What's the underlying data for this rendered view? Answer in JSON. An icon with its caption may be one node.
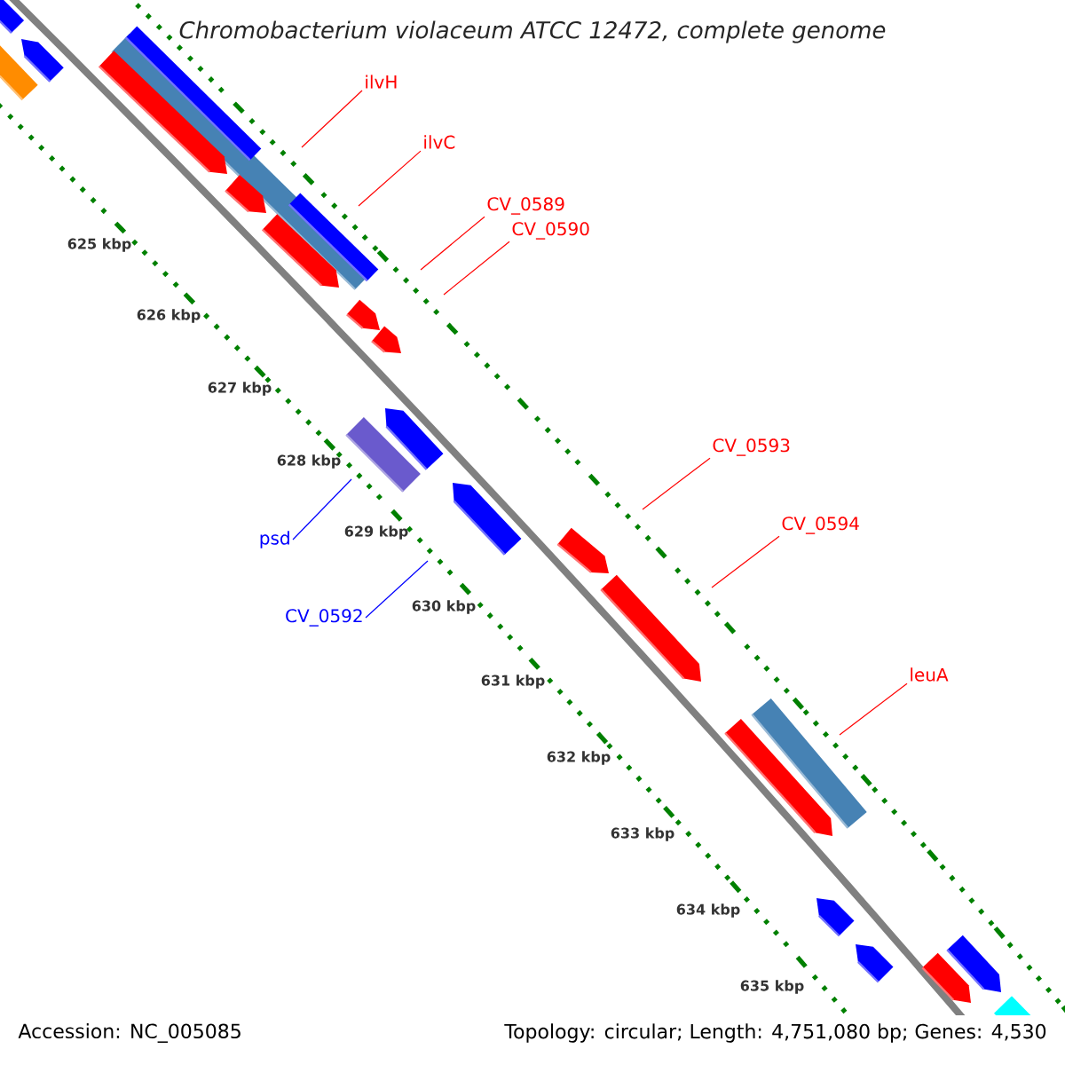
{
  "diagram": {
    "title": "Chromobacterium violaceum ATCC 12472, complete genome",
    "nodes": [
      {
        "text": [
          "ilvH"
        ]
      },
      {
        "text": [
          "ilvC"
        ]
      },
      {
        "text": [
          "CV_0589"
        ]
      },
      {
        "text": [
          "CV_0590"
        ]
      },
      {
        "text": [
          "CV_0593"
        ]
      },
      {
        "text": [
          "CV_0594"
        ]
      },
      {
        "text": [
          "psd"
        ]
      },
      {
        "text": [
          "CV_0592"
        ]
      },
      {
        "text": [
          "leuA"
        ]
      }
    ],
    "edges": [
      {
        "from": 0,
        "to": null,
        "arrow": "none"
      },
      {
        "from": 1,
        "to": null,
        "arrow": "none"
      },
      {
        "from": 2,
        "to": null,
        "arrow": "none"
      },
      {
        "from": 3,
        "to": null,
        "arrow": "none"
      },
      {
        "from": 4,
        "to": null,
        "arrow": "none"
      },
      {
        "from": 5,
        "to": null,
        "arrow": "none"
      },
      {
        "from": 6,
        "to": null,
        "arrow": "none",
        "color": "#0000ff"
      },
      {
        "from": 7,
        "to": null,
        "arrow": "none",
        "color": "#0000ff"
      },
      {
        "from": 8,
        "to": null,
        "arrow": "none"
      }
    ],
    "labels": [
      "625 kbp",
      "626 kbp",
      "627 kbp",
      "628 kbp",
      "629 kbp",
      "630 kbp",
      "631 kbp",
      "632 kbp",
      "633 kbp",
      "634 kbp",
      "635 kbp",
      "Accession: NC_005085",
      "Topology: circular; Length: 4,751,080 bp; Genes: 4,530"
    ]
  }
}
